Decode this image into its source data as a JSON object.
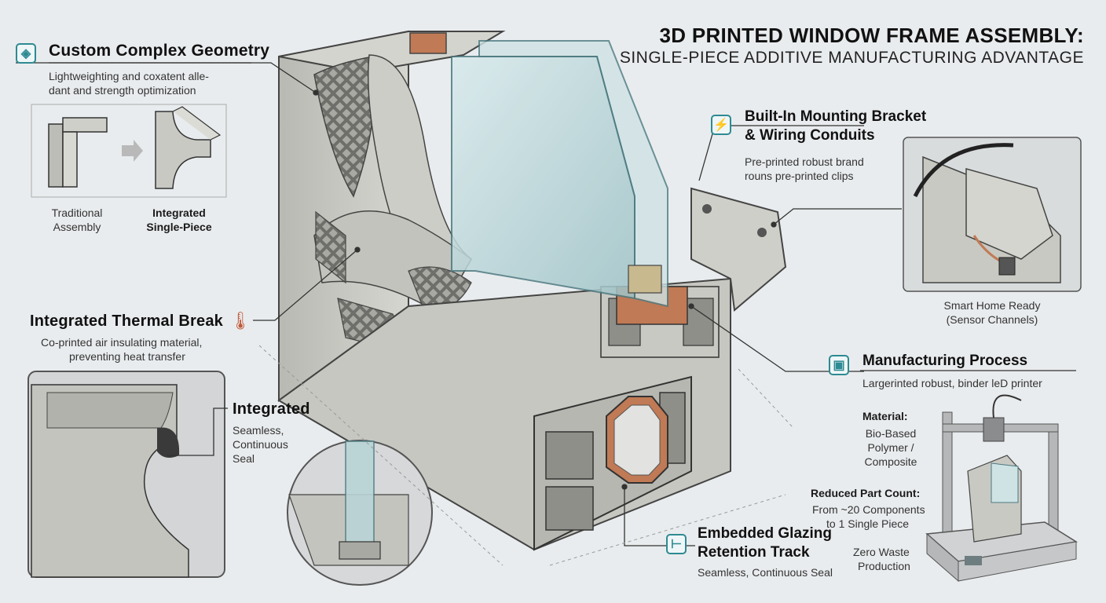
{
  "header": {
    "title": "3D PRINTED WINDOW FRAME ASSEMBLY:",
    "subtitle": "SINGLE-PIECE ADDITIVE MANUFACTURING ADVANTAGE"
  },
  "geometry": {
    "title": "Custom Complex Geometry",
    "desc_line1": "Lightweighting and coxatent alle-",
    "desc_line2": "dant and strength optimization",
    "traditional_line1": "Traditional",
    "traditional_line2": "Assembly",
    "integrated_line1": "Integrated",
    "integrated_line2": "Single-Piece"
  },
  "thermal": {
    "title": "Integrated Thermal Break",
    "desc_line1": "Co-printed air insulating material,",
    "desc_line2": "preventing heat transfer"
  },
  "seal": {
    "title": "Integrated",
    "desc_line1": "Seamless,",
    "desc_line2": "Continuous",
    "desc_line3": "Seal"
  },
  "bracket": {
    "title_line1": "Built-In Mounting Bracket",
    "title_line2": "& Wiring Conduits",
    "desc_line1": "Pre-printed robust brand",
    "desc_line2": "rouns pre-printed clips",
    "smart_line1": "Smart Home Ready",
    "smart_line2": "(Sensor Channels)"
  },
  "process": {
    "title": "Manufacturing Process",
    "desc": "Largerinted robust, binder leD printer",
    "material_label": "Material:",
    "material_line1": "Bio-Based",
    "material_line2": "Polymer /",
    "material_line3": "Composite",
    "reduced_label": "Reduced Part Count:",
    "reduced_line1": "From ~20 Components",
    "reduced_line2": "to 1 Single Piece",
    "waste_line1": "Zero Waste",
    "waste_line2": "Production"
  },
  "glazing": {
    "title_line1": "Embedded Glazing",
    "title_line2": "Retention Track",
    "desc": "Seamless, Continuous Seal"
  },
  "icons": {
    "geometry": "geometry-icon",
    "thermal": "thermometer-icon",
    "bracket": "bolt-icon",
    "process": "printer-icon",
    "glazing": "track-icon"
  },
  "colors": {
    "accent": "#2e8a93",
    "frame": "#c9c9c4",
    "thermal": "#c07a55",
    "glass": "#b7d3d6"
  }
}
